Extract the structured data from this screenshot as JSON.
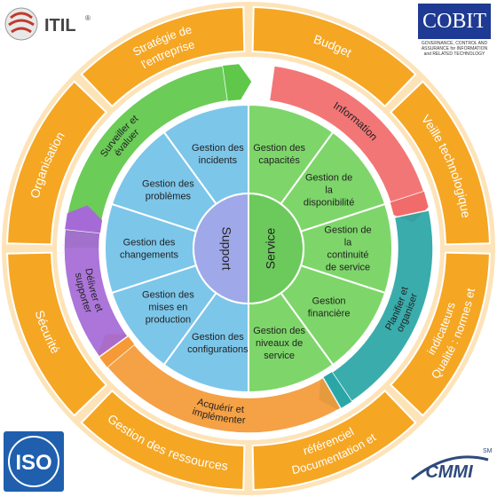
{
  "logos": {
    "itil": "ITIL",
    "itil_mark": "®",
    "cobit": "COBIT",
    "cobit_sub": [
      "GOVERNANCE, CONTROL AND",
      "ASSURANCE for INFORMATION",
      "and RELATED TECHNOLOGY"
    ],
    "iso": "ISO",
    "cmmi": "CMMI",
    "cmmi_mark": "SM"
  },
  "outer_ring": [
    {
      "label": "Stratégie de l'entreprise"
    },
    {
      "label": "Budget"
    },
    {
      "label": "Veille technologique"
    },
    {
      "label": "Qualité : normes et indicateurs"
    },
    {
      "label": "Documentation et référenciel"
    },
    {
      "label": "Gestion des ressources"
    },
    {
      "label": "Sécurité"
    },
    {
      "label": "Organisation"
    }
  ],
  "process_ring": [
    {
      "label": "Surveiller et évaluer",
      "color": "#5fc84a"
    },
    {
      "label": "Information",
      "color": "#f26b6b"
    },
    {
      "label": "Planifier et organiser",
      "color": "#2aa6a6"
    },
    {
      "label": "Acquérir et implémenter",
      "color": "#f59a36"
    },
    {
      "label": "Délivrer et supporter",
      "color": "#a66ad6"
    }
  ],
  "support_half": {
    "center": "Support",
    "items": [
      "Gestion des incidents",
      "Gestion des problèmes",
      "Gestion des changements",
      "Gestion des mises en production",
      "Gestion des configurations"
    ],
    "color": "#7cc6ea"
  },
  "service_half": {
    "center": "Service",
    "items": [
      "Gestion des capacités",
      "Gestion de la disponibilité",
      "Gestion de la continuité de service",
      "Gestion financière",
      "Gestion des niveaux de service"
    ],
    "color": "#7ed66a"
  },
  "colors": {
    "outer": "#f5a623",
    "outer_text": "#ffffff",
    "cobit": "#1f3a93",
    "iso": "#1f5fae",
    "itil": "#c0392b"
  }
}
